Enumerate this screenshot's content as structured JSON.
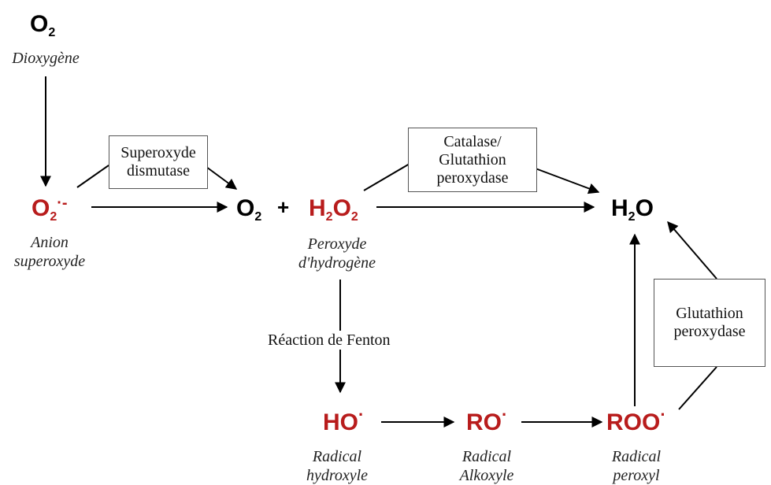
{
  "species": {
    "o2_top": {
      "base": "O",
      "sub": "2"
    },
    "superoxide": {
      "base": "O",
      "sub": "2",
      "sup": "·-"
    },
    "o2_mid": {
      "base": "O",
      "sub": "2"
    },
    "plus": "+",
    "h2o2": {
      "h": "H",
      "sub1": "2",
      "o": "O",
      "sub2": "2"
    },
    "h2o": {
      "h": "H",
      "sub": "2",
      "o": "O"
    },
    "ho": {
      "base": "HO",
      "dot": "·"
    },
    "ro": {
      "base": "RO",
      "dot": "·"
    },
    "roo": {
      "base": "ROO",
      "dot": "·"
    }
  },
  "labels": {
    "dioxygene": "Dioxygène",
    "anion": "Anion",
    "superoxyde": "superoxyde",
    "peroxyde": "Peroxyde",
    "hydrogene": "d'hydrogène",
    "radical_hydroxyle_1": "Radical",
    "radical_hydroxyle_2": "hydroxyle",
    "radical_alkoxyle_1": "Radical",
    "radical_alkoxyle_2": "Alkoxyle",
    "radical_peroxyl_1": "Radical",
    "radical_peroxyl_2": "peroxyl"
  },
  "enzymes": {
    "sod_1": "Superoxyde",
    "sod_2": "dismutase",
    "cat_1": "Catalase/",
    "cat_2": "Glutathion",
    "cat_3": "peroxydase",
    "gpx_1": "Glutathion",
    "gpx_2": "peroxydase"
  },
  "reactions": {
    "fenton": "Réaction de Fenton"
  },
  "colors": {
    "red_species": "#b81c1c",
    "black_species": "#000000",
    "arrow": "#000000"
  }
}
